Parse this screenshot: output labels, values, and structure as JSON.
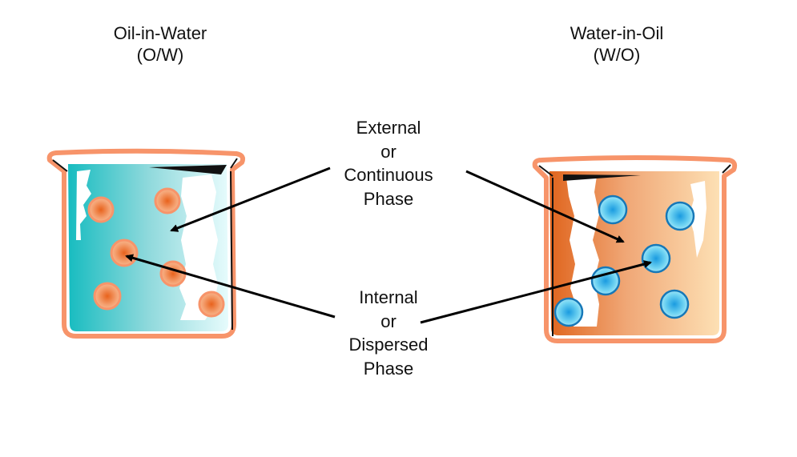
{
  "left": {
    "title_line1": "Oil-in-Water",
    "title_line2": "(O/W)",
    "continuous_color": "#17bcc0",
    "droplet_color": "#f08040"
  },
  "right": {
    "title_line1": "Water-in-Oil",
    "title_line2": "(W/O)",
    "continuous_color": "#e8772e",
    "droplet_color": "#3cb8e8"
  },
  "labels": {
    "external": [
      "External",
      "or",
      "Continuous",
      "Phase"
    ],
    "internal": [
      "Internal",
      "or",
      "Dispersed",
      "Phase"
    ]
  },
  "colors": {
    "beaker_rim": "#f7946a",
    "arrow": "#000000"
  }
}
